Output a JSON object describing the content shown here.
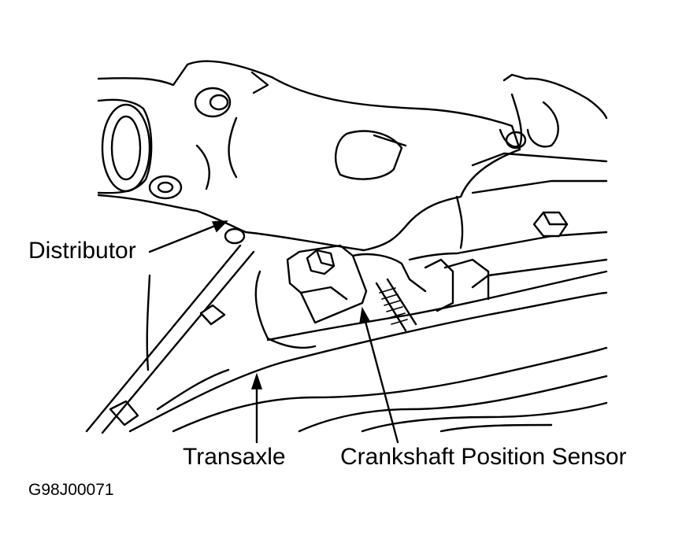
{
  "labels": {
    "distributor": "Distributor",
    "transaxle": "Transaxle",
    "crankshaft_position_sensor": "Crankshaft Position Sensor"
  },
  "figure_id": "G98J00071",
  "colors": {
    "ink": "#000000",
    "background": "#ffffff"
  }
}
